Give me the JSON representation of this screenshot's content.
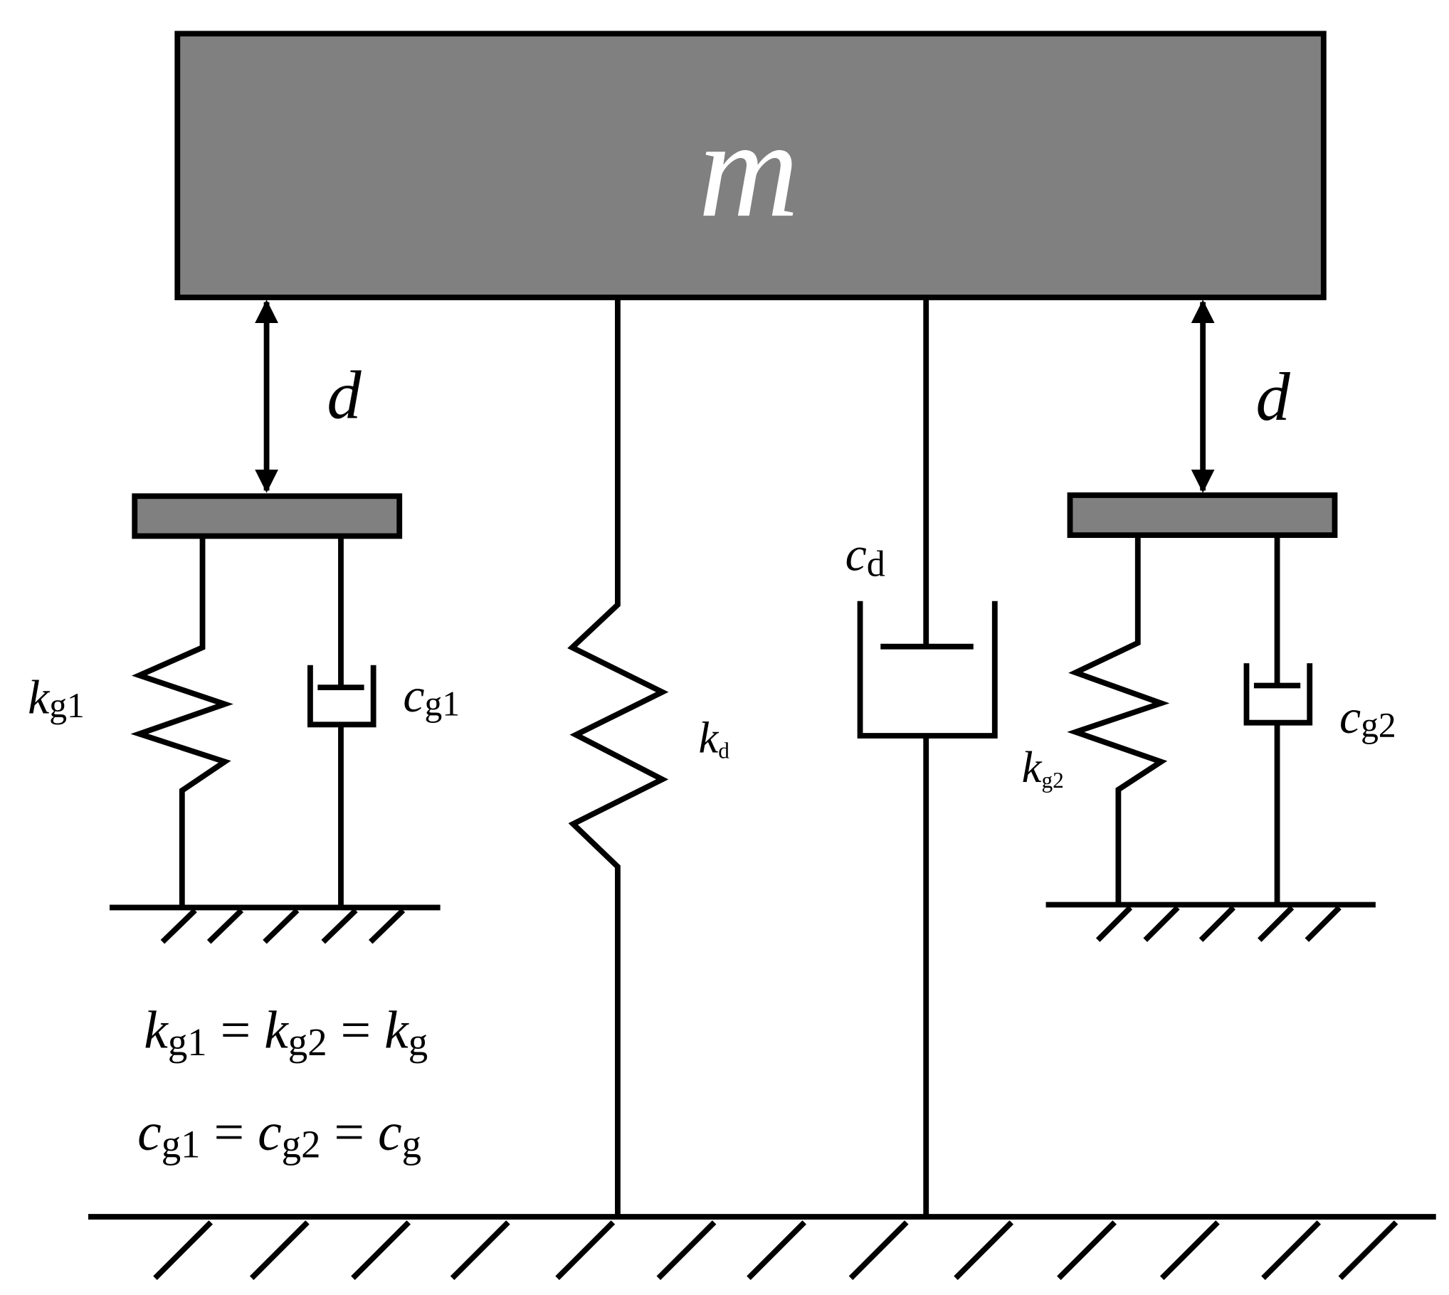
{
  "colors": {
    "stroke": "#000000",
    "mass_fill": "#808080",
    "mass_label": "#ffffff"
  },
  "mass": {
    "label": "m"
  },
  "gap_left": {
    "label": "d"
  },
  "gap_right": {
    "label": "d"
  },
  "kg1": {
    "base": "k",
    "sub": "g1"
  },
  "cg1": {
    "base": "c",
    "sub": "g1"
  },
  "kd": {
    "base": "k",
    "sub": "d"
  },
  "cd": {
    "base": "c",
    "sub": "d"
  },
  "kg2": {
    "base": "k",
    "sub": "g2"
  },
  "cg2": {
    "base": "c",
    "sub": "g2"
  },
  "eq1": {
    "t1": "k",
    "s1": "g1",
    "op1": " = ",
    "t2": "k",
    "s2": "g2",
    "op2": " = ",
    "t3": "k",
    "s3": "g"
  },
  "eq2": {
    "t1": "c",
    "s1": "g1",
    "op1": " = ",
    "t2": "c",
    "s2": "g2",
    "op2": " = ",
    "t3": "c",
    "s3": "g"
  }
}
